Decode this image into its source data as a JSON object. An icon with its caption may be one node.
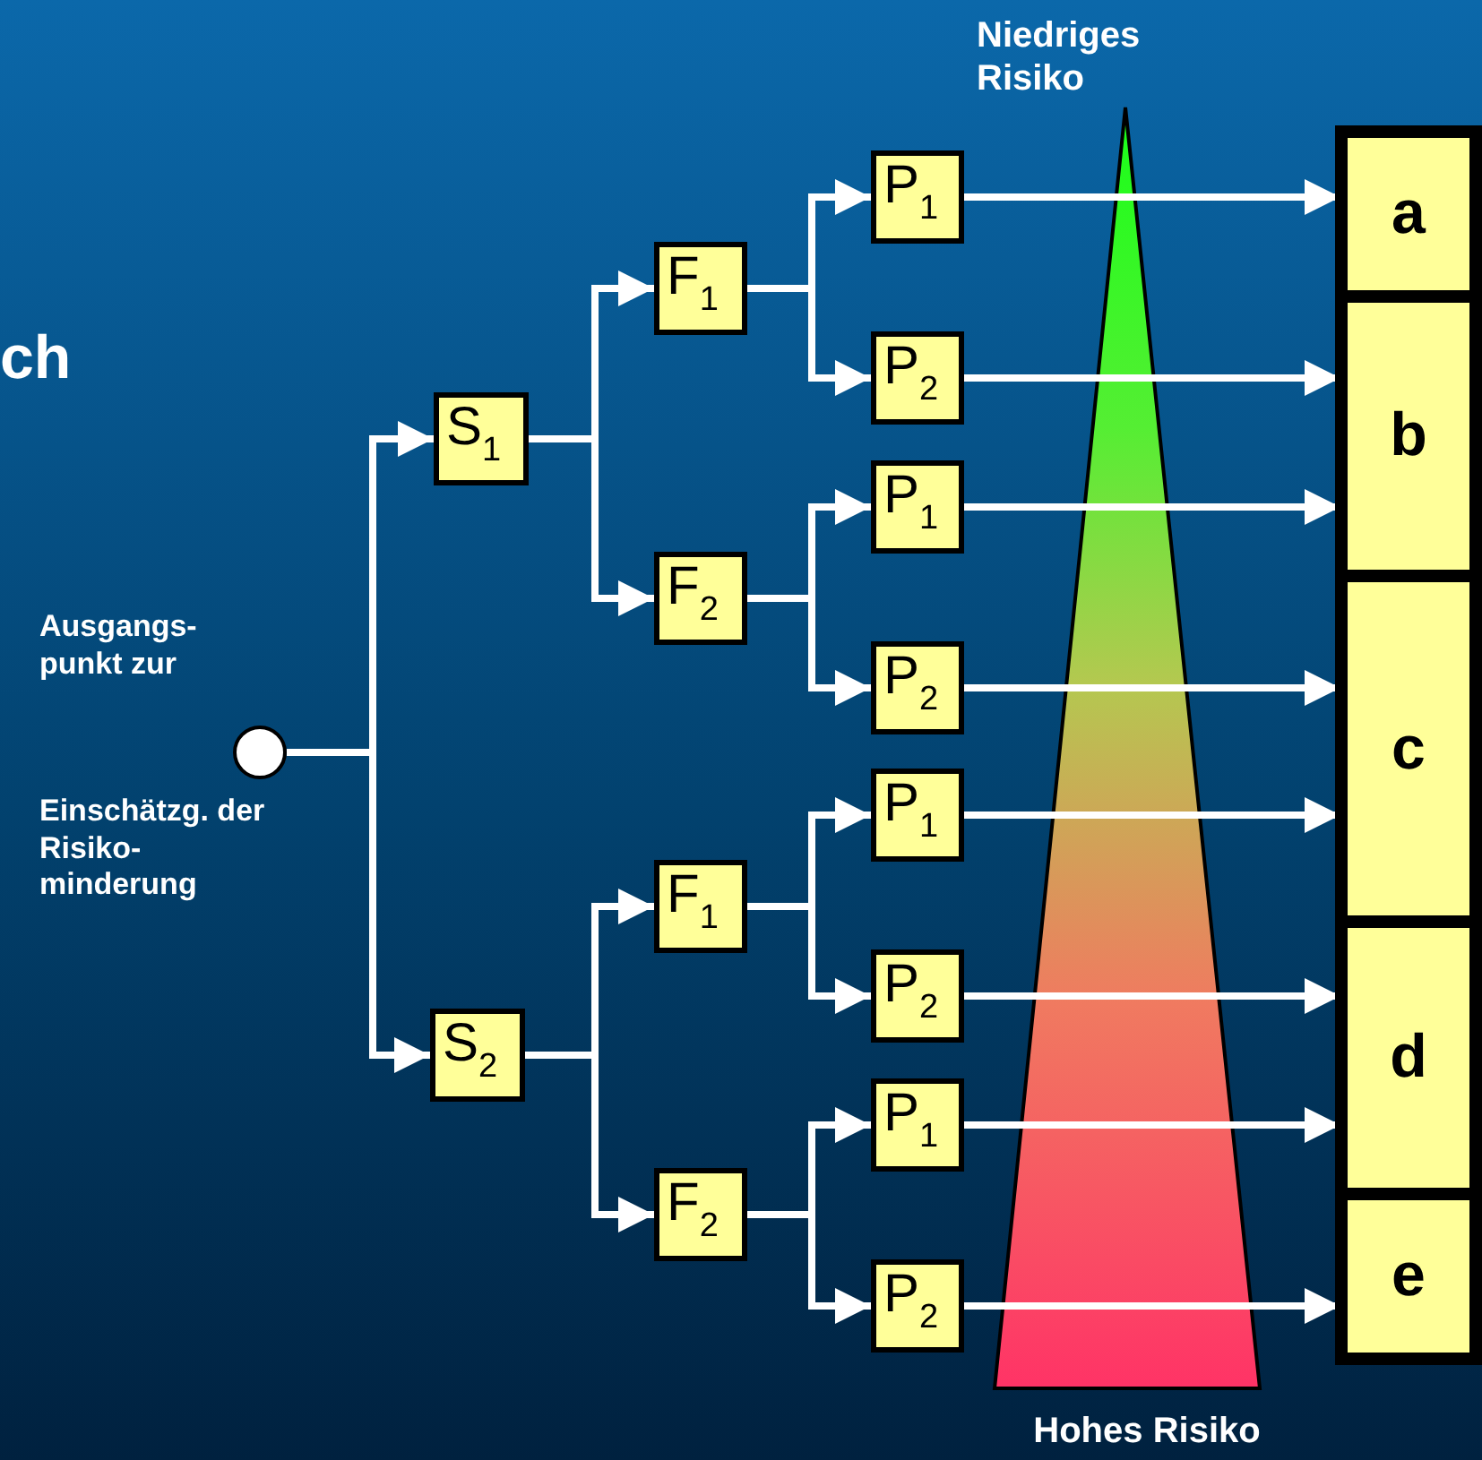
{
  "diagram": {
    "nodes": [
      {
        "text": [],
        "shape": "circle",
        "beside": [
          "Ausgangs- punkt zur",
          "Einschätzg. der Risiko- minderung"
        ]
      },
      {
        "text": [
          "S$_{1}$"
        ]
      },
      {
        "text": [
          "S$_{2}$"
        ]
      },
      {
        "text": [
          "F$_{1}$"
        ]
      },
      {
        "text": [
          "F$_{2}$"
        ]
      },
      {
        "text": [
          "F$_{1}$"
        ]
      },
      {
        "text": [
          "F$_{2}$"
        ]
      },
      {
        "text": [
          "P$_{1}$"
        ]
      },
      {
        "text": [
          "P$_{2}$"
        ]
      },
      {
        "text": [
          "P$_{1}$"
        ]
      },
      {
        "text": [
          "P$_{2}$"
        ]
      },
      {
        "text": [
          "P$_{1}$"
        ]
      },
      {
        "text": [
          "P$_{2}$"
        ]
      },
      {
        "text": [
          "P$_{1}$"
        ]
      },
      {
        "text": [
          "P$_{2}$"
        ]
      },
      {
        "text": [
          "a"
        ]
      },
      {
        "text": [
          "b"
        ]
      },
      {
        "text": [
          "c"
        ]
      },
      {
        "text": [
          "d"
        ]
      },
      {
        "text": [
          "e"
        ]
      }
    ],
    "edges": [
      {
        "from": 0,
        "to": 1,
        "arrow": "to"
      },
      {
        "from": 0,
        "to": 2,
        "arrow": "to"
      },
      {
        "from": 1,
        "to": 3,
        "arrow": "to"
      },
      {
        "from": 1,
        "to": 4,
        "arrow": "to"
      },
      {
        "from": 2,
        "to": 5,
        "arrow": "to"
      },
      {
        "from": 2,
        "to": 6,
        "arrow": "to"
      },
      {
        "from": 3,
        "to": 7,
        "arrow": "to"
      },
      {
        "from": 3,
        "to": 8,
        "arrow": "to"
      },
      {
        "from": 4,
        "to": 9,
        "arrow": "to"
      },
      {
        "from": 4,
        "to": 10,
        "arrow": "to"
      },
      {
        "from": 5,
        "to": 11,
        "arrow": "to"
      },
      {
        "from": 5,
        "to": 12,
        "arrow": "to"
      },
      {
        "from": 6,
        "to": 13,
        "arrow": "to"
      },
      {
        "from": 6,
        "to": 14,
        "arrow": "to"
      },
      {
        "from": 7,
        "to": 15,
        "arrow": "to"
      },
      {
        "from": 8,
        "to": 16,
        "arrow": "to"
      },
      {
        "from": 9,
        "to": 16,
        "arrow": "to"
      },
      {
        "from": 10,
        "to": 17,
        "arrow": "to"
      },
      {
        "from": 11,
        "to": 17,
        "arrow": "to"
      },
      {
        "from": 12,
        "to": 18,
        "arrow": "to"
      },
      {
        "from": 13,
        "to": 18,
        "arrow": "to"
      },
      {
        "from": 14,
        "to": 19,
        "arrow": "to"
      }
    ],
    "labels": [
      "ch",
      "Niedriges Risiko",
      "Hohes Risiko"
    ]
  }
}
